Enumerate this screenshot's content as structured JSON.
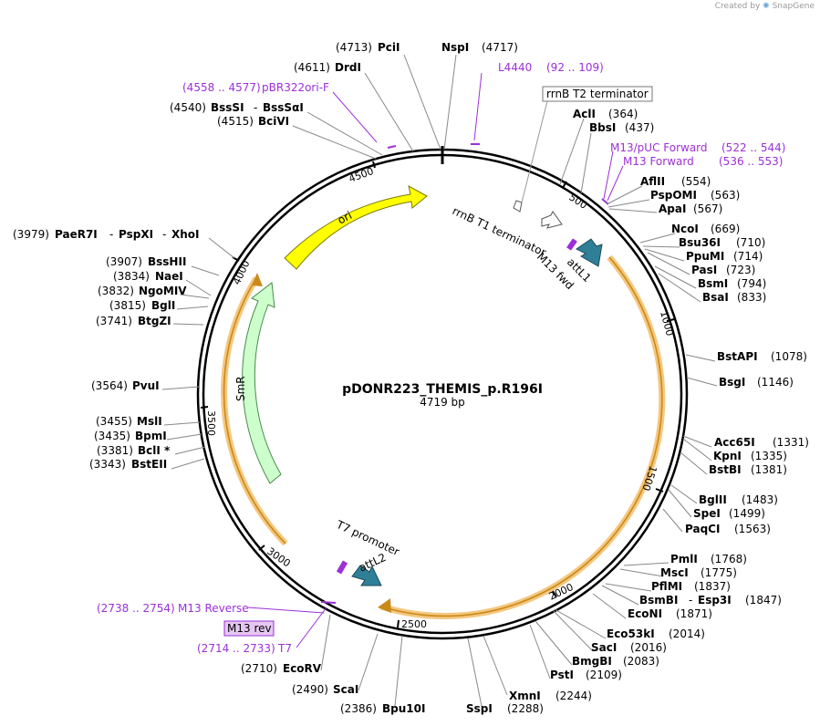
{
  "credit": {
    "prefix": "Created by",
    "brand": "SnapGene"
  },
  "plasmid": {
    "name": "pDONR223_THEMIS_p.R196I",
    "length_label": "4719 bp",
    "length": 4719
  },
  "colors": {
    "primer": "#9b30d8",
    "ori": "#ffff00",
    "smr": "#ccffcc",
    "att": "#2f7f97",
    "orange": "#f5a623",
    "backbone": "#000000"
  },
  "ticks": [
    "500",
    "1000",
    "1500",
    "2000",
    "2500",
    "3000",
    "3500",
    "4000",
    "4500"
  ],
  "features": [
    {
      "name": "ori",
      "label": "ori",
      "color": "#ffff00"
    },
    {
      "name": "SmR",
      "label": "SmR",
      "color": "#ccffcc"
    },
    {
      "name": "attL1",
      "label": "attL1"
    },
    {
      "name": "attL2",
      "label": "attL2"
    },
    {
      "name": "rrnB T1 terminator",
      "label": "rrnB T1 terminator"
    },
    {
      "name": "rrnB T2 terminator",
      "label": "rrnB T2 terminator"
    },
    {
      "name": "T7 promoter",
      "label": "T7 promoter"
    },
    {
      "name": "M13 fwd",
      "label": "M13 fwd"
    },
    {
      "name": "M13 rev",
      "label": "M13 rev"
    }
  ],
  "primers": [
    {
      "name": "L4440",
      "range": "(92 .. 109)"
    },
    {
      "name": "pBR322ori-F",
      "range": "(4558 .. 4577)"
    },
    {
      "name": "M13/pUC Forward",
      "range": "(522 .. 544)"
    },
    {
      "name": "M13 Forward",
      "range": "(536 .. 553)"
    },
    {
      "name": "M13 Reverse",
      "range": "(2738 .. 2754)"
    },
    {
      "name": "T7",
      "range": "(2714 .. 2733)"
    }
  ],
  "enzymes": [
    {
      "name": "PciI",
      "pos": "(4713)"
    },
    {
      "name": "NspI",
      "pos": "(4717)"
    },
    {
      "name": "DrdI",
      "pos": "(4611)"
    },
    {
      "name": "BssSI",
      "name2": "BssSαI",
      "pos": "(4540)"
    },
    {
      "name": "BciVI",
      "pos": "(4515)"
    },
    {
      "name": "AclI",
      "pos": "(364)"
    },
    {
      "name": "BbsI",
      "pos": "(437)"
    },
    {
      "name": "AflII",
      "pos": "(554)"
    },
    {
      "name": "PspOMI",
      "pos": "(563)"
    },
    {
      "name": "ApaI",
      "pos": "(567)"
    },
    {
      "name": "NcoI",
      "pos": "(669)"
    },
    {
      "name": "Bsu36I",
      "pos": "(710)"
    },
    {
      "name": "PpuMI",
      "pos": "(714)"
    },
    {
      "name": "PasI",
      "pos": "(723)"
    },
    {
      "name": "BsmI",
      "pos": "(794)"
    },
    {
      "name": "BsaI",
      "pos": "(833)"
    },
    {
      "name": "BstAPI",
      "pos": "(1078)"
    },
    {
      "name": "BsgI",
      "pos": "(1146)"
    },
    {
      "name": "Acc65I",
      "pos": "(1331)"
    },
    {
      "name": "KpnI",
      "pos": "(1335)"
    },
    {
      "name": "BstBI",
      "pos": "(1381)"
    },
    {
      "name": "BglII",
      "pos": "(1483)"
    },
    {
      "name": "SpeI",
      "pos": "(1499)"
    },
    {
      "name": "PaqCI",
      "pos": "(1563)"
    },
    {
      "name": "PmlI",
      "pos": "(1768)"
    },
    {
      "name": "MscI",
      "pos": "(1775)"
    },
    {
      "name": "PflMI",
      "pos": "(1837)"
    },
    {
      "name": "BsmBI",
      "name2": "Esp3I",
      "pos": "(1847)"
    },
    {
      "name": "EcoNI",
      "pos": "(1871)"
    },
    {
      "name": "Eco53kI",
      "pos": "(2014)"
    },
    {
      "name": "SacI",
      "pos": "(2016)"
    },
    {
      "name": "BmgBI",
      "pos": "(2083)"
    },
    {
      "name": "PstI",
      "pos": "(2109)"
    },
    {
      "name": "XmnI",
      "pos": "(2244)"
    },
    {
      "name": "SspI",
      "pos": "(2288)"
    },
    {
      "name": "Bpu10I",
      "pos": "(2386)"
    },
    {
      "name": "ScaI",
      "pos": "(2490)"
    },
    {
      "name": "EcoRV",
      "pos": "(2710)"
    },
    {
      "name": "BstEII",
      "pos": "(3343)"
    },
    {
      "name": "BclI *",
      "pos": "(3381)"
    },
    {
      "name": "BpmI",
      "pos": "(3435)"
    },
    {
      "name": "MslI",
      "pos": "(3455)"
    },
    {
      "name": "PvuI",
      "pos": "(3564)"
    },
    {
      "name": "BtgZI",
      "pos": "(3741)"
    },
    {
      "name": "BglI",
      "pos": "(3815)"
    },
    {
      "name": "NgoMIV",
      "pos": "(3832)"
    },
    {
      "name": "NaeI",
      "pos": "(3834)"
    },
    {
      "name": "BssHII",
      "pos": "(3907)"
    },
    {
      "name": "PaeR7I",
      "name2": "PspXI",
      "name3": "XhoI",
      "pos": "(3979)"
    }
  ]
}
